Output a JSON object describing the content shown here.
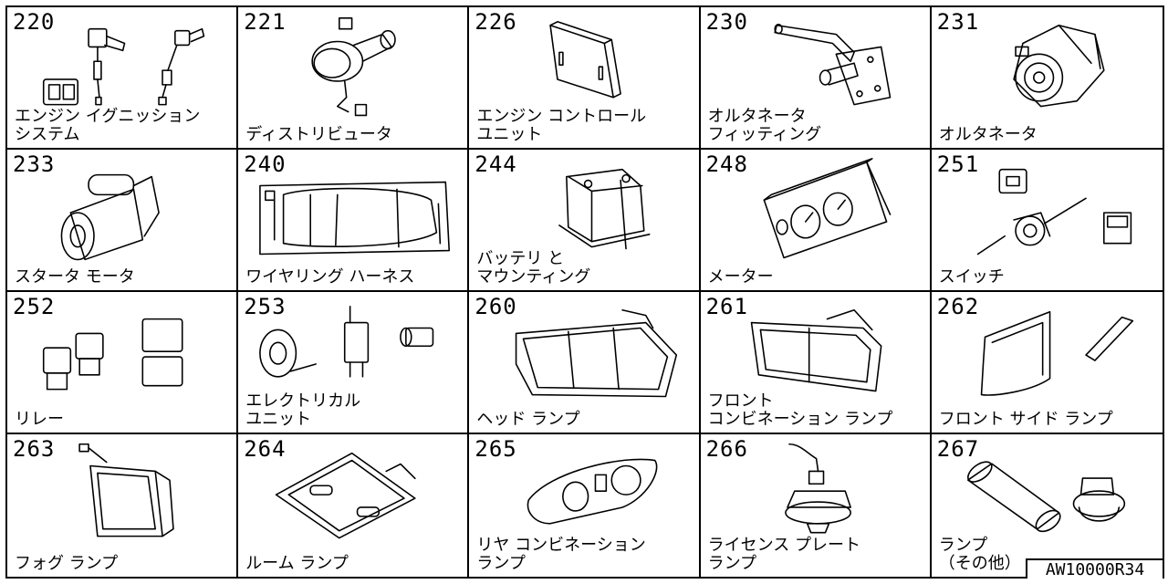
{
  "reference_code": "AW10000R34",
  "cells": [
    {
      "code": "220",
      "label": [
        "エンジン イグニッション",
        "システム"
      ],
      "icon": "ignition-system-icon"
    },
    {
      "code": "221",
      "label": [
        "ディストリビュータ"
      ],
      "icon": "distributor-icon"
    },
    {
      "code": "226",
      "label": [
        "エンジン コントロール",
        "ユニット"
      ],
      "icon": "engine-control-unit-icon"
    },
    {
      "code": "230",
      "label": [
        "オルタネータ",
        "フィッティング"
      ],
      "icon": "alternator-fitting-icon"
    },
    {
      "code": "231",
      "label": [
        "オルタネータ"
      ],
      "icon": "alternator-icon"
    },
    {
      "code": "233",
      "label": [
        "スタータ モータ"
      ],
      "icon": "starter-motor-icon"
    },
    {
      "code": "240",
      "label": [
        "ワイヤリング ハーネス"
      ],
      "icon": "wiring-harness-icon"
    },
    {
      "code": "244",
      "label": [
        "バッテリ と",
        "マウンティング"
      ],
      "icon": "battery-icon"
    },
    {
      "code": "248",
      "label": [
        "メーター"
      ],
      "icon": "meter-icon"
    },
    {
      "code": "251",
      "label": [
        "スイッチ"
      ],
      "icon": "switch-icon"
    },
    {
      "code": "252",
      "label": [
        "リレー"
      ],
      "icon": "relay-icon"
    },
    {
      "code": "253",
      "label": [
        "エレクトリカル",
        "ユニット"
      ],
      "icon": "electrical-unit-icon"
    },
    {
      "code": "260",
      "label": [
        "ヘッド ランプ"
      ],
      "icon": "head-lamp-icon"
    },
    {
      "code": "261",
      "label": [
        "フロント",
        "コンビネーション ランプ"
      ],
      "icon": "front-combination-lamp-icon"
    },
    {
      "code": "262",
      "label": [
        "フロント サイド ランプ"
      ],
      "icon": "front-side-lamp-icon"
    },
    {
      "code": "263",
      "label": [
        "フォグ ランプ"
      ],
      "icon": "fog-lamp-icon"
    },
    {
      "code": "264",
      "label": [
        "ルーム ランプ"
      ],
      "icon": "room-lamp-icon"
    },
    {
      "code": "265",
      "label": [
        "リヤ コンビネーション",
        "ランプ"
      ],
      "icon": "rear-combination-lamp-icon"
    },
    {
      "code": "266",
      "label": [
        "ライセンス プレート",
        "ランプ"
      ],
      "icon": "license-plate-lamp-icon"
    },
    {
      "code": "267",
      "label": [
        "ランプ",
        "（その他）"
      ],
      "icon": "lamp-other-icon"
    }
  ]
}
